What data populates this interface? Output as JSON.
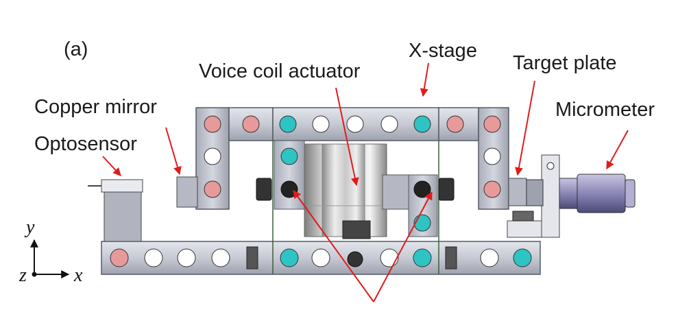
{
  "figure": {
    "panel_label": "(a)",
    "labels": {
      "x_stage": "X-stage",
      "voice_coil": "Voice coil actuator",
      "target_plate": "Target plate",
      "copper_mirror": "Copper mirror",
      "micrometer": "Micrometer",
      "optosensor": "Optosensor"
    },
    "axes": {
      "x": "x",
      "y": "y",
      "z": "z"
    }
  },
  "colors": {
    "rail": "#c9ccd6",
    "rail_edge": "#555a66",
    "hole_white": "#ffffff",
    "hole_cyan": "#2ec4c4",
    "hole_pink": "#e89a9a",
    "arrow_red": "#e01b1b",
    "micrometer": "#8a86b5"
  }
}
